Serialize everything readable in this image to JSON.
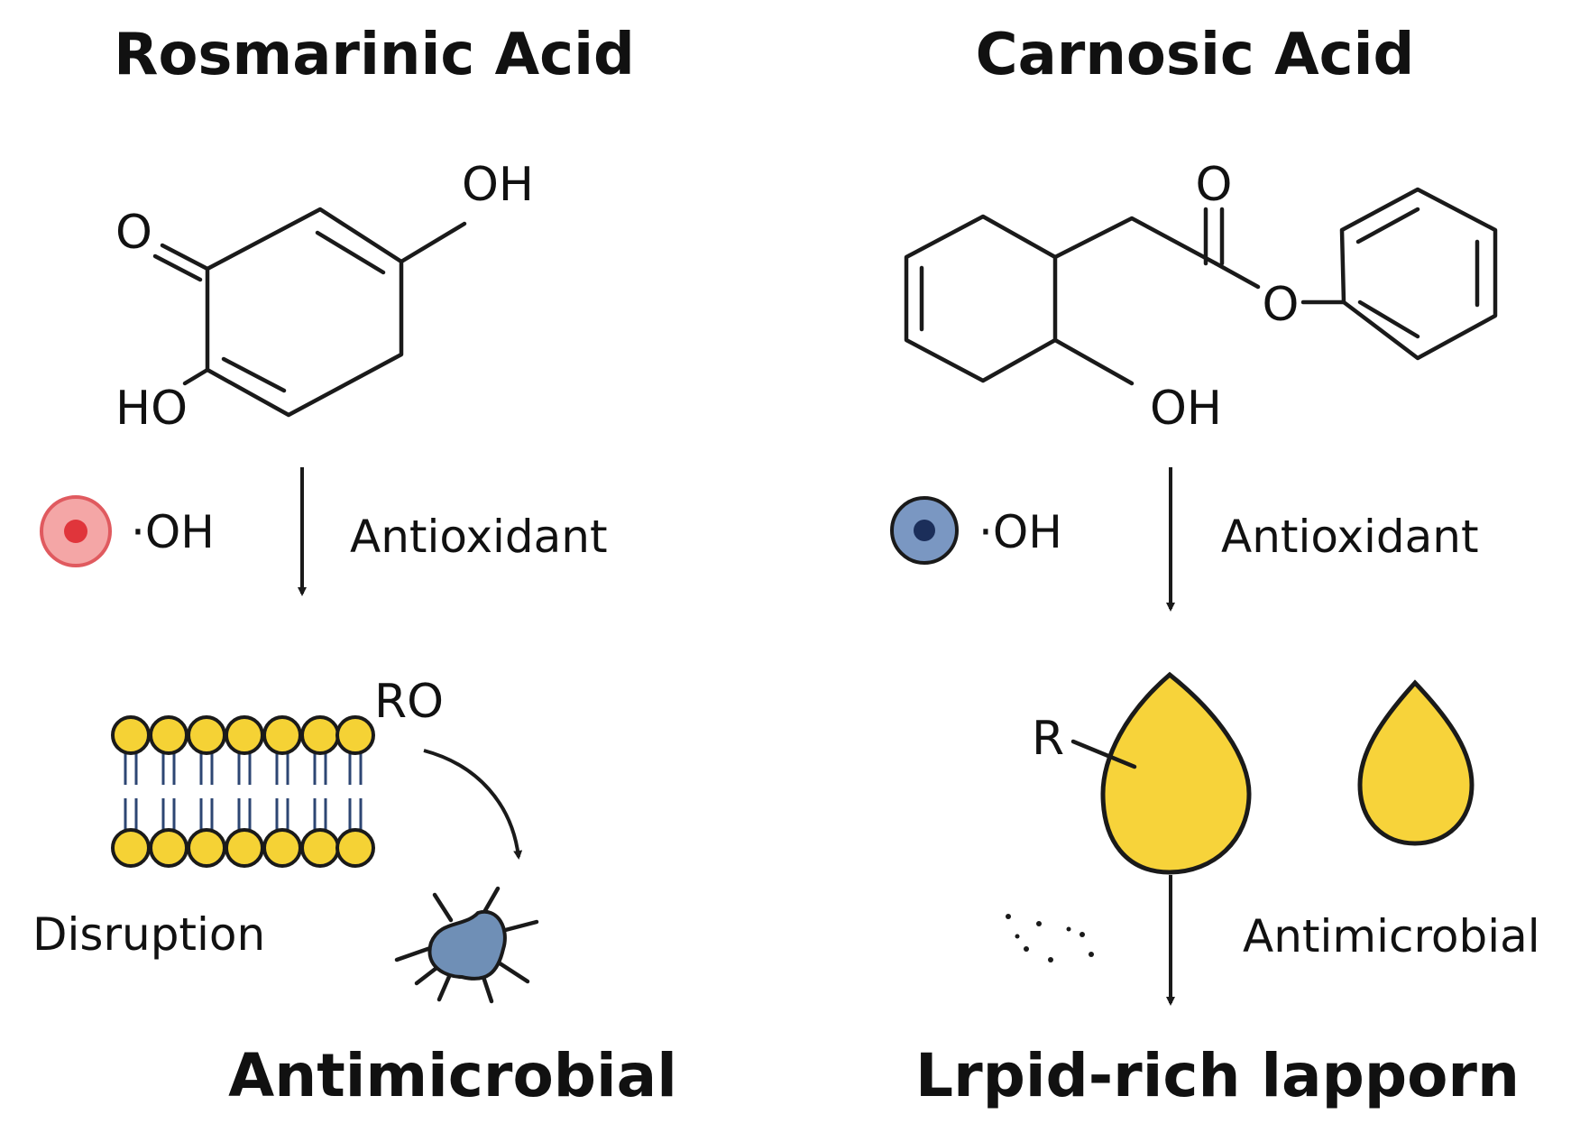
{
  "left": {
    "title": "Rosmarinic Acid",
    "atoms": {
      "o_keto": "O",
      "oh_top": "OH",
      "ho_bottom": "HO"
    },
    "radical_label": "·OH",
    "arrow_label": "Antioxidant",
    "membrane_label": "RO",
    "disruption_label": "Disruption",
    "result_label": "Antimicrobial",
    "colors": {
      "radical_outer": "#f4a6a6",
      "radical_inner": "#e0353b",
      "microbe": "#6f8fb6"
    }
  },
  "right": {
    "title": "Carnosic Acid",
    "atoms": {
      "o_carbonyl": "O",
      "o_ester": "O",
      "oh_bottom": "OH"
    },
    "radical_label": "·OH",
    "arrow_label": "Antioxidant",
    "droplet_label": "R",
    "arrow2_label": "Antimicrobial",
    "result_label": "Lrpid-rich lapporn",
    "colors": {
      "radical_outer": "#7a97c2",
      "radical_inner": "#1b2e5a",
      "droplet": "#f7d33a"
    }
  },
  "colors": {
    "lipid_head": "#f5d235",
    "lipid_tail": "#2d4673",
    "ink": "#1a1a1a"
  }
}
